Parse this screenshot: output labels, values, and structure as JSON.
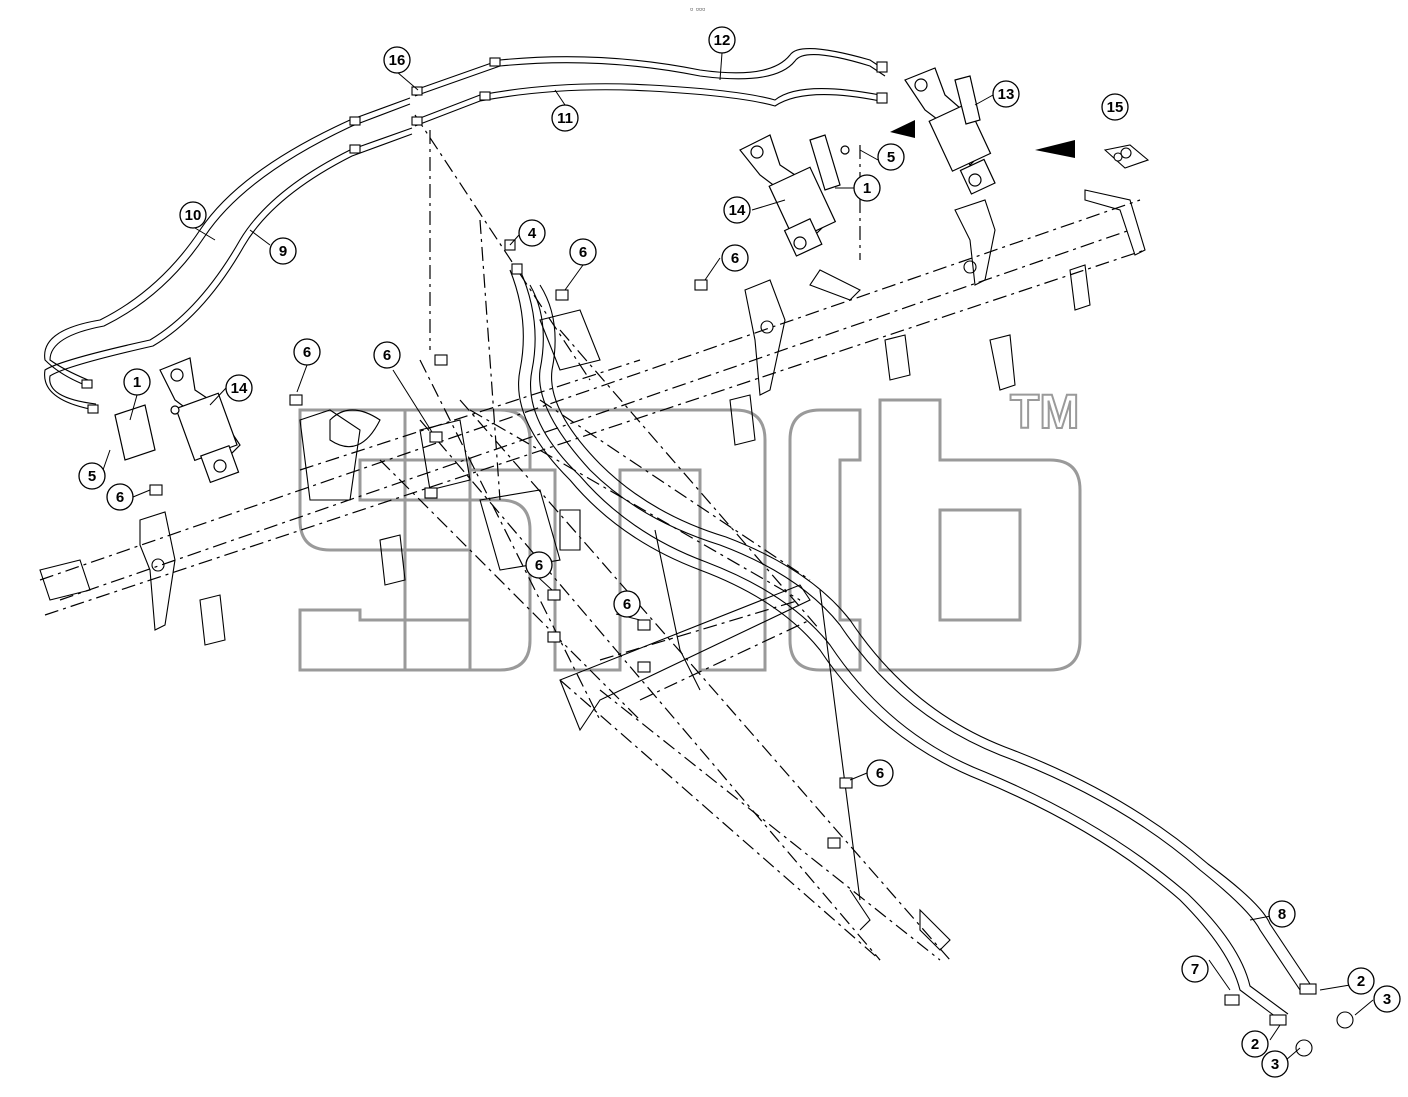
{
  "top_mark": "▫ ▫▫▫",
  "watermark": {
    "trademark": "TM"
  },
  "callouts": [
    {
      "label": "16",
      "id": "c16"
    },
    {
      "label": "12",
      "id": "c12"
    },
    {
      "label": "11",
      "id": "c11"
    },
    {
      "label": "13",
      "id": "c13"
    },
    {
      "label": "15",
      "id": "c15"
    },
    {
      "label": "5",
      "id": "c5a"
    },
    {
      "label": "1",
      "id": "c1a"
    },
    {
      "label": "14",
      "id": "c14a"
    },
    {
      "label": "10",
      "id": "c10"
    },
    {
      "label": "9",
      "id": "c9"
    },
    {
      "label": "4",
      "id": "c4"
    },
    {
      "label": "6",
      "id": "c6a"
    },
    {
      "label": "6",
      "id": "c6b"
    },
    {
      "label": "6",
      "id": "c6c"
    },
    {
      "label": "6",
      "id": "c6d"
    },
    {
      "label": "1",
      "id": "c1b"
    },
    {
      "label": "14",
      "id": "c14b"
    },
    {
      "label": "5",
      "id": "c5b"
    },
    {
      "label": "6",
      "id": "c6e"
    },
    {
      "label": "6",
      "id": "c6f"
    },
    {
      "label": "6",
      "id": "c6g"
    },
    {
      "label": "6",
      "id": "c6h"
    },
    {
      "label": "8",
      "id": "c8"
    },
    {
      "label": "7",
      "id": "c7"
    },
    {
      "label": "2",
      "id": "c2a"
    },
    {
      "label": "3",
      "id": "c3a"
    },
    {
      "label": "2",
      "id": "c2b"
    },
    {
      "label": "3",
      "id": "c3b"
    }
  ]
}
